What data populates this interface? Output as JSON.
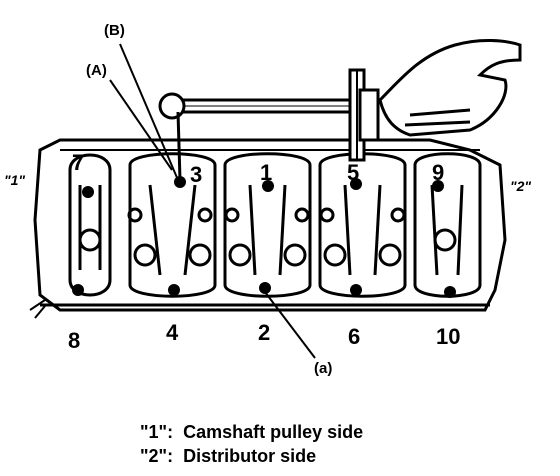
{
  "figure": {
    "callouts": {
      "a_upper": "(A)",
      "b_upper": "(B)",
      "a_lower": "(a)"
    },
    "side_labels": {
      "left": "\"1\"",
      "right": "\"2\""
    },
    "bolt_numbers_top": [
      "7",
      "3",
      "1",
      "5",
      "9"
    ],
    "bolt_numbers_bottom": [
      "8",
      "4",
      "2",
      "6",
      "10"
    ]
  },
  "legend": [
    {
      "key": "\"1\":",
      "text": "Camshaft pulley side"
    },
    {
      "key": "\"2\":",
      "text": "Distributor side"
    }
  ]
}
